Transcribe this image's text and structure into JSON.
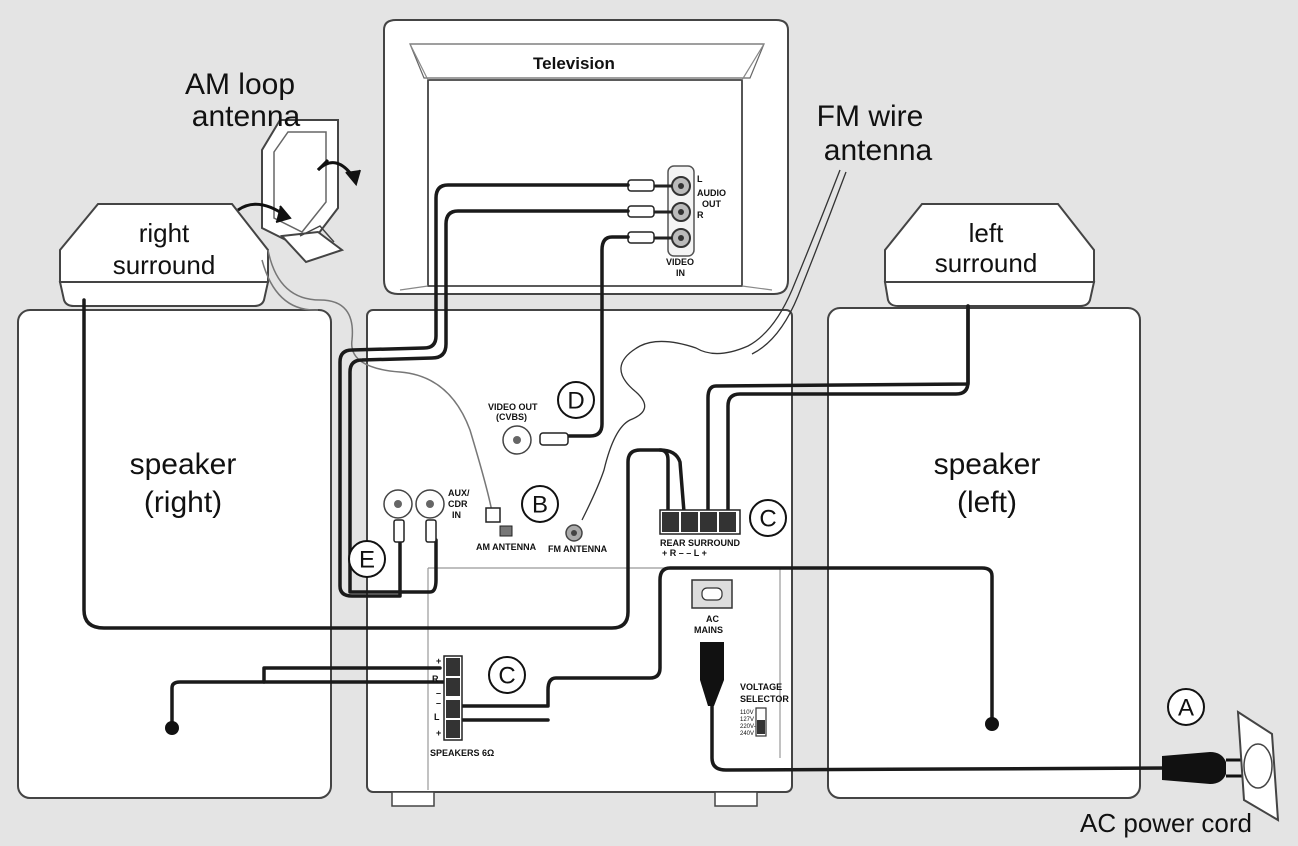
{
  "labels": {
    "television": "Television",
    "am_antenna_line1": "AM loop",
    "am_antenna_line2": "antenna",
    "fm_antenna_line1": "FM wire",
    "fm_antenna_line2": "antenna",
    "right_surround_line1": "right",
    "right_surround_line2": "surround",
    "left_surround_line1": "left",
    "left_surround_line2": "surround",
    "speaker_right_line1": "speaker",
    "speaker_right_line2": "(right)",
    "speaker_left_line1": "speaker",
    "speaker_left_line2": "(left)",
    "ac_power_cord": "AC power cord"
  },
  "tv_jacks": {
    "l": "L",
    "audio": "AUDIO",
    "out": "OUT",
    "r": "R",
    "video": "VIDEO",
    "in": "IN"
  },
  "unit_labels": {
    "video_out_1": "VIDEO OUT",
    "video_out_2": "(CVBS)",
    "aux_1": "AUX/",
    "aux_2": "CDR",
    "aux_3": "IN",
    "am_antenna": "AM ANTENNA",
    "fm_antenna": "FM ANTENNA",
    "rear_surround": "REAR SURROUND",
    "rear_polarity": "+ R  –  –  L +",
    "ac_mains_1": "AC",
    "ac_mains_2": "MAINS",
    "voltage_1": "VOLTAGE",
    "voltage_2": "SELECTOR",
    "voltage_opts": [
      "110V",
      "127V",
      "220V-",
      "240V"
    ],
    "speakers": "SPEAKERS 6Ω",
    "spk_plus_top": "+",
    "spk_r": "R",
    "spk_minus1": "–",
    "spk_minus2": "–",
    "spk_l": "L",
    "spk_plus_bottom": "+"
  },
  "callouts": {
    "a": "A",
    "b": "B",
    "c_rear": "C",
    "c_front": "C",
    "d": "D",
    "e": "E"
  }
}
